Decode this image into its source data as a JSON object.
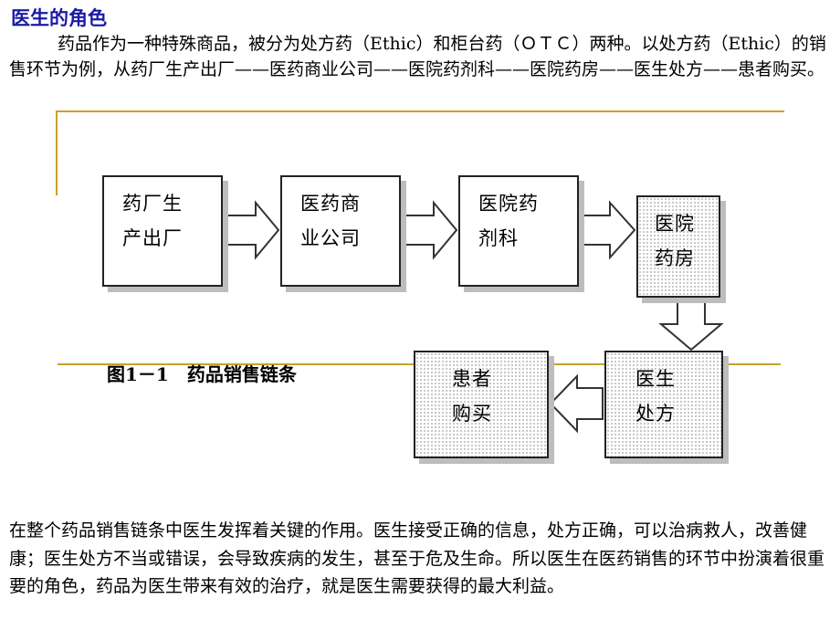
{
  "heading": "医生的角色",
  "intro": "药品作为一种特殊商品，被分为处方药（Ethic）和柜台药（ＯＴＣ）两种。以处方药（Ethic）的销售环节为例，从药厂生产出厂——医药商业公司——医院药剂科——医院药房——医生处方——患者购买。",
  "diagram": {
    "nodes": [
      {
        "line1": "药厂生",
        "line2": "产出厂"
      },
      {
        "line1": "医药商",
        "line2": "业公司"
      },
      {
        "line1": "医院药",
        "line2": "剂科"
      },
      {
        "line1": "医院",
        "line2": "药房"
      },
      {
        "line1": "医生",
        "line2": "处方"
      },
      {
        "line1": "患者",
        "line2": "购买"
      }
    ],
    "caption": "图1－1　药品销售链条"
  },
  "conclusion": "在整个药品销售链条中医生发挥着关键的作用。医生接受正确的信息，处方正确，可以治病救人，改善健康；医生处方不当或错误，会导致疾病的发生，甚至于危及生命。所以医生在医药销售的环节中扮演着很重要的角色，药品为医生带来有效的治疗，就是医生需要获得的最大利益。",
  "colors": {
    "heading": "#1a1aa6",
    "accent_line": "#c9a227",
    "box_border": "#222222",
    "shadow": "#bdbdbd"
  }
}
